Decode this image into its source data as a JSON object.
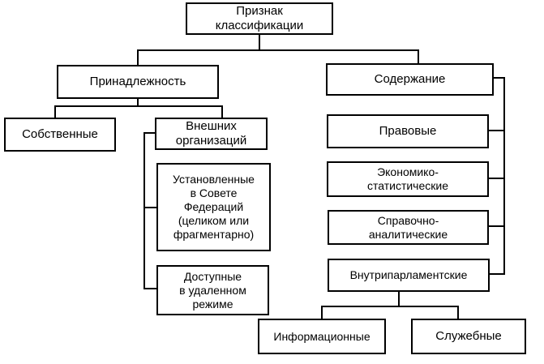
{
  "diagram": {
    "root": "Признак\nклассификации",
    "ownership": "Принадлежность",
    "content": "Содержание",
    "own": "Собственные",
    "external": "Внешних\nорганизаций",
    "federation": "Установленные\nв Совете\nФедераций\n(целиком или\nфрагментарно)",
    "remote": "Доступные\nв удаленном\nрежиме",
    "legal": "Правовые",
    "economic": "Экономико-\nстатистические",
    "reference": "Справочно-\nаналитические",
    "parliamentary": "Внутрипарламентские",
    "informational": "Информационные",
    "service": "Служебные"
  }
}
